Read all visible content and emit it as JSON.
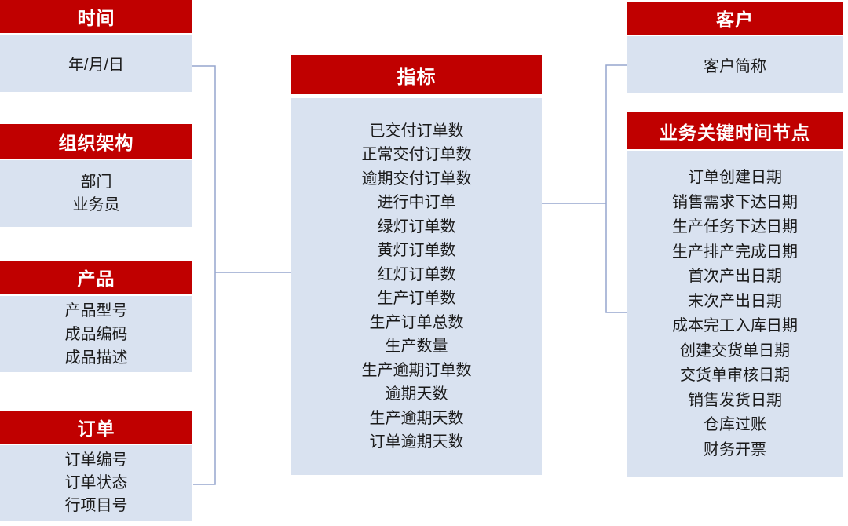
{
  "colors": {
    "header_bg": "#c00000",
    "header_text": "#ffffff",
    "body_bg": "#d9e2f0",
    "body_text": "#1a1a1a",
    "connector": "#95a6ce",
    "canvas_bg": "#ffffff"
  },
  "boxes": {
    "time": {
      "title": "时间",
      "items": [
        "年/月/日"
      ]
    },
    "org": {
      "title": "组织架构",
      "items": [
        "部门",
        "业务员"
      ]
    },
    "product": {
      "title": "产品",
      "items": [
        "产品型号",
        "成品编码",
        "成品描述"
      ]
    },
    "order": {
      "title": "订单",
      "items": [
        "订单编号",
        "订单状态",
        "行项目号"
      ]
    },
    "metrics": {
      "title": "指标",
      "items": [
        "已交付订单数",
        "正常交付订单数",
        "逾期交付订单数",
        "进行中订单",
        "绿灯订单数",
        "黄灯订单数",
        "红灯订单数",
        "生产订单数",
        "生产订单总数",
        "生产数量",
        "生产逾期订单数",
        "逾期天数",
        "生产逾期天数",
        "订单逾期天数"
      ]
    },
    "customer": {
      "title": "客户",
      "items": [
        "客户简称"
      ]
    },
    "milestones": {
      "title": "业务关键时间节点",
      "items": [
        "订单创建日期",
        "销售需求下达日期",
        "生产任务下达日期",
        "生产排产完成日期",
        "首次产出日期",
        "末次产出日期",
        "成本完工入库日期",
        "创建交货单日期",
        "交货单审核日期",
        "销售发货日期",
        "仓库过账",
        "财务开票"
      ]
    }
  }
}
